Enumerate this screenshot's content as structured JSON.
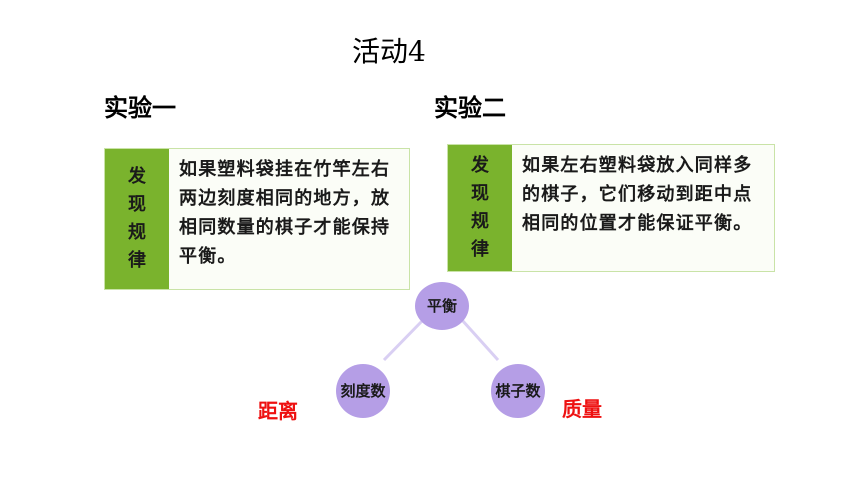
{
  "title": "活动4",
  "experiment1": {
    "heading": "实验一",
    "label": [
      "发",
      "现",
      "规",
      "律"
    ],
    "text": "如果塑料袋挂在竹竿左右两边刻度相同的地方，放相同数量的棋子才能保持平衡。"
  },
  "experiment2": {
    "heading": "实验二",
    "label": [
      "发",
      "现",
      "规",
      "律"
    ],
    "text": "如果左右塑料袋放入同样多的棋子，它们移动到距中点相同的位置才能保证平衡。"
  },
  "diagram": {
    "top_node": "平衡",
    "left_node": "刻度数",
    "right_node": "棋子数",
    "left_label": "距离",
    "right_label": "质量",
    "node_color": "#b59ee6",
    "line_color": "#d9cff3",
    "label_color": "#ee1111"
  }
}
